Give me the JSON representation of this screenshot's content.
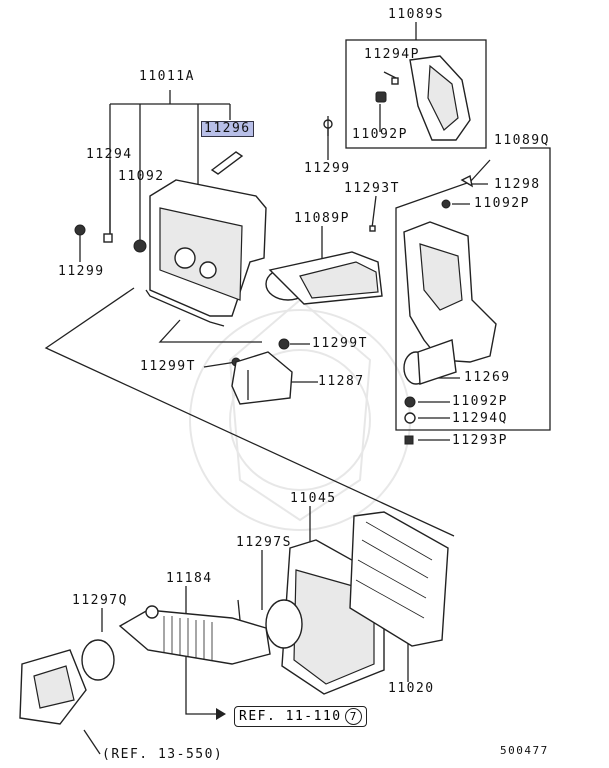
{
  "labels": {
    "p11089S": "11089S",
    "p11294P": "11294P",
    "p11092P_top": "11092P",
    "p11011A": "11011A",
    "p11296": "11296",
    "p11294": "11294",
    "p11092": "11092",
    "p11299_left": "11299",
    "p11299_mid": "11299",
    "p11293T": "11293T",
    "p11089P": "11089P",
    "p11089Q": "11089Q",
    "p11298": "11298",
    "p11092P_r1": "11092P",
    "p11299T_right": "11299T",
    "p11299T_left": "11299T",
    "p11287": "11287",
    "p11269": "11269",
    "p11092P_r2": "11092P",
    "p11294Q": "11294Q",
    "p11293P": "11293P",
    "p11045": "11045",
    "p11297S": "11297S",
    "p11184": "11184",
    "p11297Q": "11297Q",
    "p11020": "11020"
  },
  "refs": {
    "ref_11_110": "REF. 11-110",
    "ref_11_110_num": "7",
    "ref_13_550": "(REF. 13-550)"
  },
  "diagram_id": "500477"
}
